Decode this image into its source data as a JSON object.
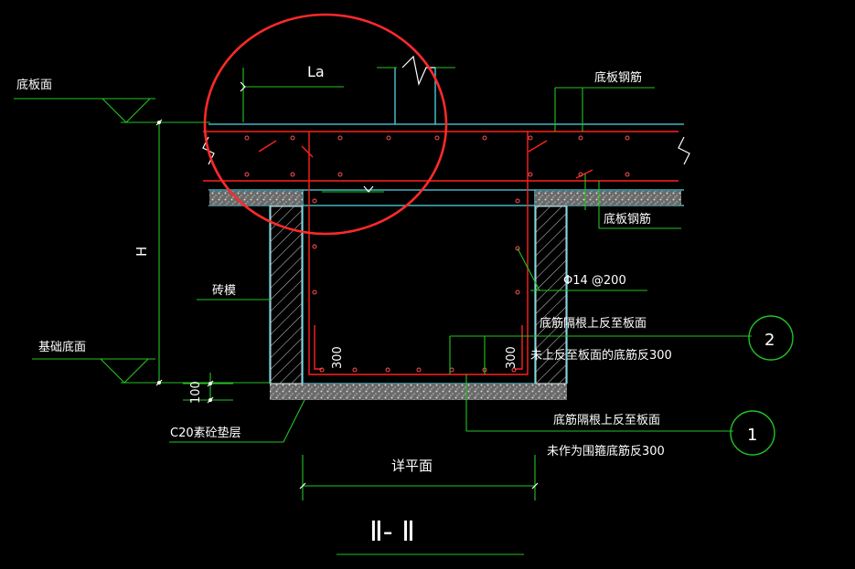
{
  "colors": {
    "background": "#000000",
    "cyan": "#4fd8e8",
    "green": "#22c422",
    "red": "#ff2020",
    "white": "#ffffff",
    "hatch": "#cfcfcf",
    "circle_highlight": "#ff2a2a"
  },
  "labels": {
    "slab_surface": "底板面",
    "foundation_bottom": "基础底面",
    "slab_rebar_top": "底板钢筋",
    "slab_rebar_bottom": "底板钢筋",
    "brick_form": "砖模",
    "cushion": "C20素砼垫层",
    "height": "H",
    "anchor_length": "La",
    "cushion_thickness": "100",
    "bend_left": "300",
    "bend_right": "300",
    "rebar_spec": "Φ14 @200",
    "note2_line1": "底筋隔根上反至板面",
    "note2_line2": "未上反至板面的底筋反300",
    "note1_line1": "底筋隔根上反至板面",
    "note1_line2": "未作为围箍底筋反300",
    "detail_plan": "详平面",
    "section_title": "Ⅱ- Ⅱ",
    "callout_1": "1",
    "callout_2": "2"
  }
}
